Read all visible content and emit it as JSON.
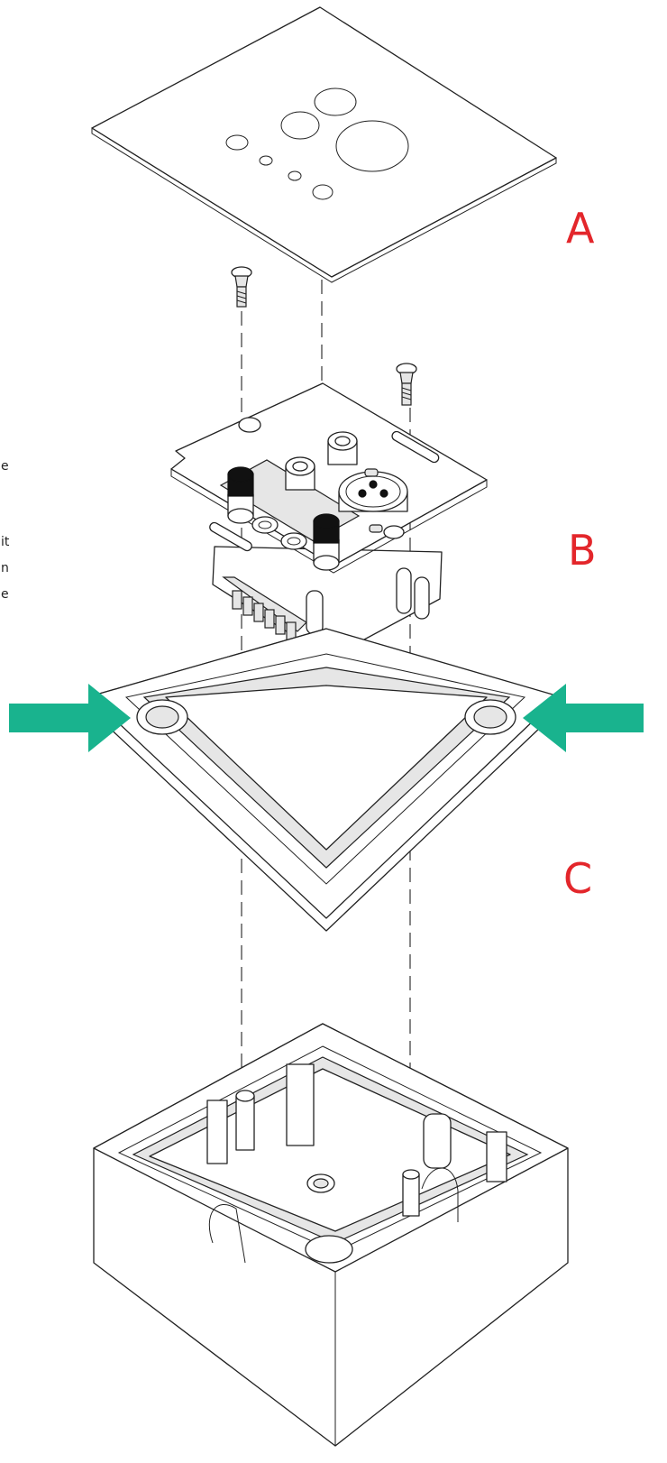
{
  "labels": {
    "a": "A",
    "b": "B",
    "c": "C"
  },
  "cropped_text": [
    "e",
    "it",
    "n",
    "e"
  ],
  "colors": {
    "label_red": "#e3262b",
    "arrow_teal": "#19b38e",
    "line": "#222222"
  }
}
